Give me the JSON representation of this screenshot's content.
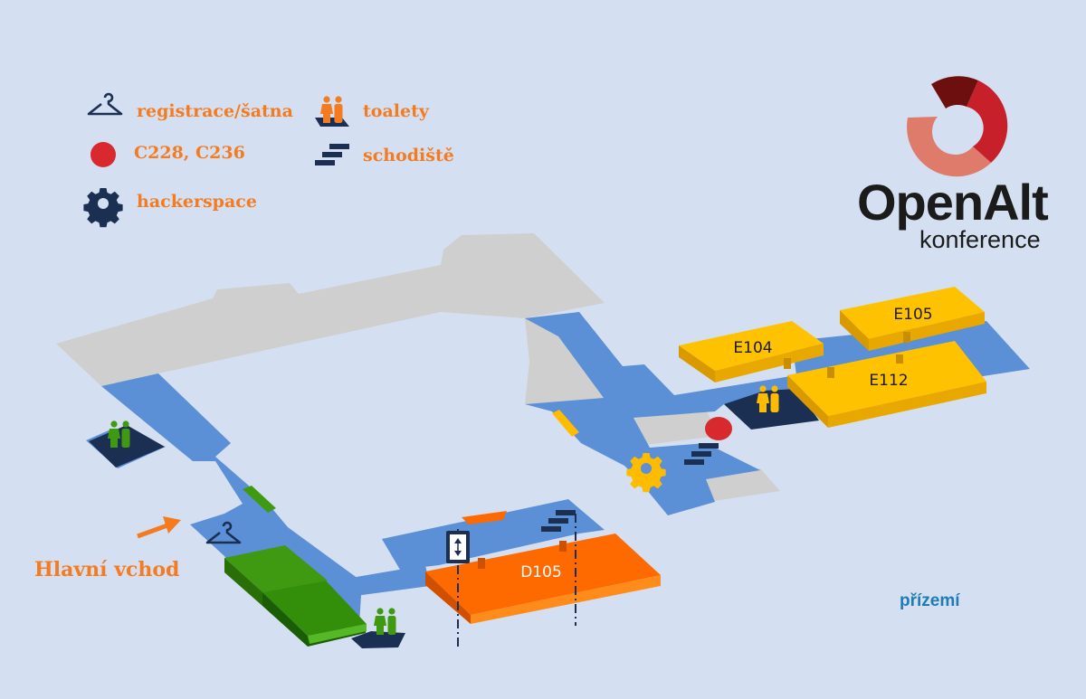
{
  "legend": {
    "cloakroom": "registrace/šatna",
    "toilets": "toalety",
    "rooms_red": "C228, C236",
    "stairs": "schodiště",
    "hackerspace": "hackerspace"
  },
  "rooms": {
    "e104": "E104",
    "e105": "E105",
    "e112": "E112",
    "d105": "D105"
  },
  "entrance_label": "Hlavní vchod",
  "floor_label": "přízemí",
  "logo": {
    "title": "OpenAlt",
    "subtitle": "konference"
  },
  "colors": {
    "background": "#d4e0f1",
    "corridor": "#5b8fd6",
    "inaccessible": "#cfcfcf",
    "accent_orange": "#f47b20",
    "room_yellow": "#ffbb00",
    "room_orange": "#ff6a00",
    "room_green": "#3f8f12",
    "navy": "#1b2f52",
    "red_point": "#d8292f"
  },
  "icons": {
    "cloakroom": "hanger-icon",
    "toilets": "toilets-icon",
    "red_rooms": "red-dot-icon",
    "stairs": "stairs-icon",
    "hackerspace": "gear-icon",
    "elevator": "elevator-icon",
    "entrance": "arrow-icon"
  }
}
